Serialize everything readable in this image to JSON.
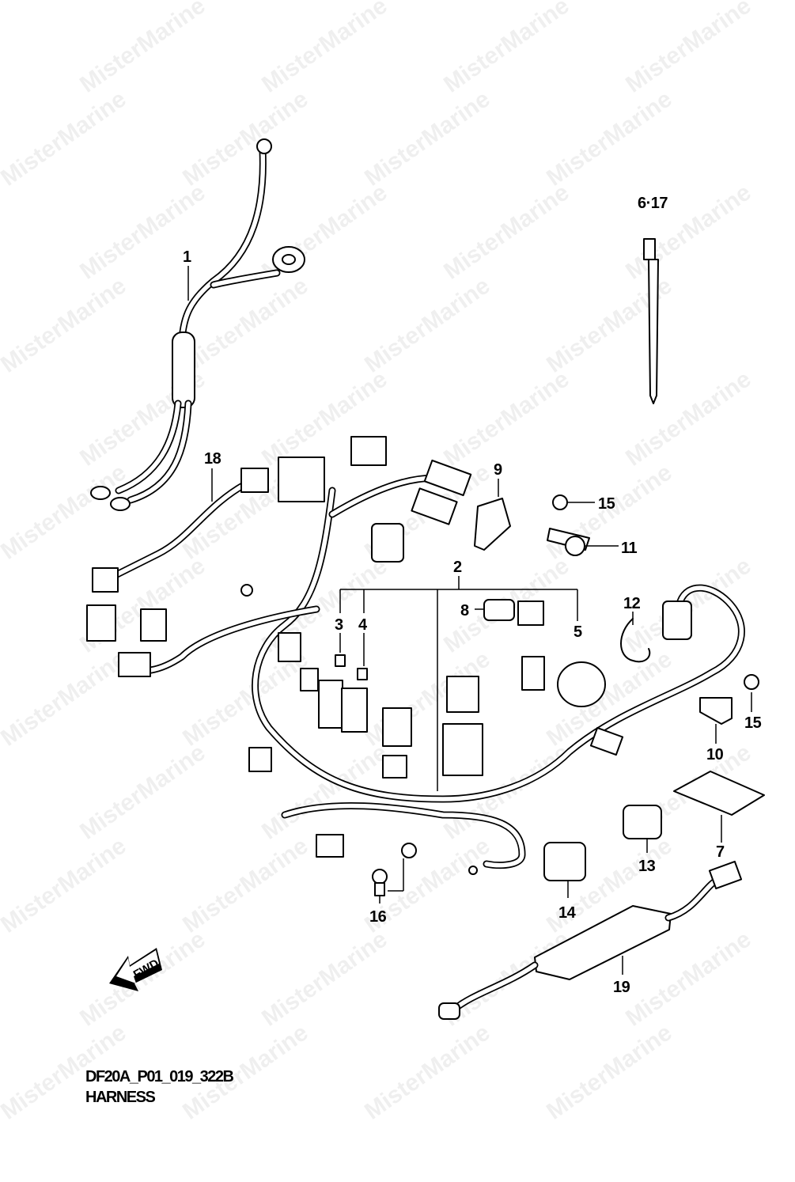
{
  "diagram": {
    "code": "DF20A_P01_019_322B",
    "title": "HARNESS",
    "fwd_label": "FWD",
    "watermark": "MisterMarine",
    "callouts": [
      "1",
      "2",
      "3",
      "4",
      "5",
      "6·17",
      "7",
      "8",
      "9",
      "10",
      "11",
      "12",
      "13",
      "14",
      "15",
      "15",
      "16",
      "18",
      "19"
    ]
  }
}
